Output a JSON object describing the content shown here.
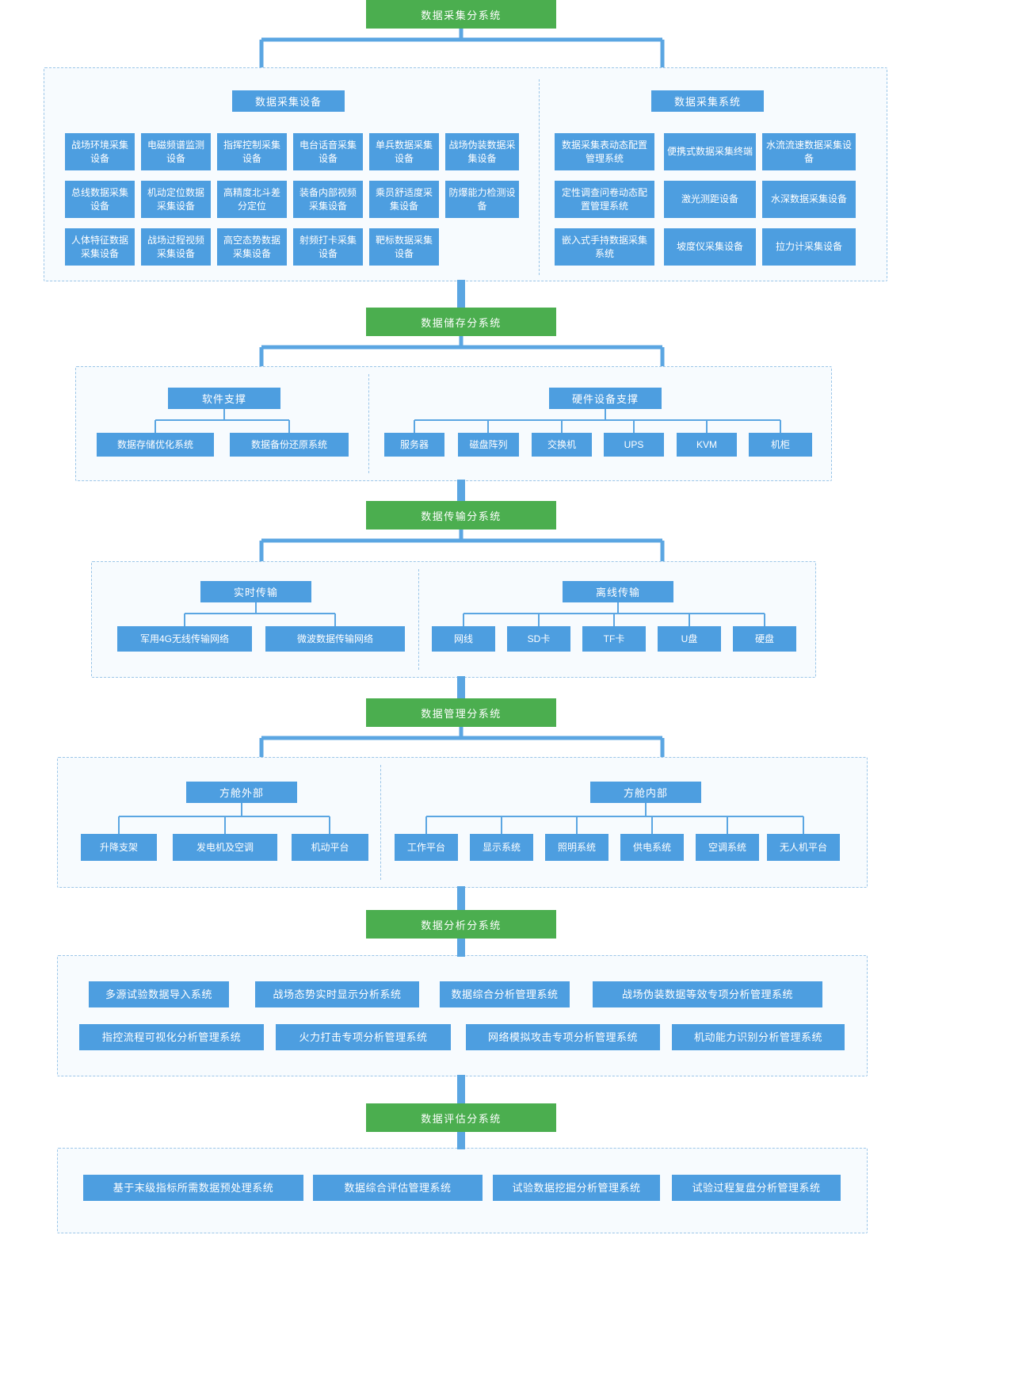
{
  "colors": {
    "green": "#4BAE4F",
    "blue": "#4D9EE0",
    "line": "#5BA6E2",
    "panel": "#F7FBFE",
    "border": "#9CC6E8"
  },
  "sections": {
    "collect": {
      "title": "数据采集分系统",
      "left": {
        "header": "数据采集设备",
        "items": [
          "战场环境采集设备",
          "电磁频谱监测设备",
          "指挥控制采集设备",
          "电台话音采集设备",
          "单兵数据采集设备",
          "战场伪装数据采集设备",
          "总线数据采集设备",
          "机动定位数据采集设备",
          "高精度北斗差分定位",
          "装备内部视频采集设备",
          "乘员舒适度采集设备",
          "防爆能力检测设备",
          "人体特征数据采集设备",
          "战场过程视频采集设备",
          "高空态势数据采集设备",
          "射频打卡采集设备",
          "靶标数据采集设备"
        ]
      },
      "right": {
        "header": "数据采集系统",
        "items": [
          "数据采集表动态配置管理系统",
          "便携式数据采集终端",
          "水流流速数据采集设备",
          "定性调查问卷动态配置管理系统",
          "激光测距设备",
          "水深数据采集设备",
          "嵌入式手持数据采集系统",
          "坡度仪采集设备",
          "拉力计采集设备"
        ]
      }
    },
    "storage": {
      "title": "数据储存分系统",
      "left": {
        "header": "软件支撑",
        "items": [
          "数据存储优化系统",
          "数据备份还原系统"
        ]
      },
      "right": {
        "header": "硬件设备支撑",
        "items": [
          "服务器",
          "磁盘阵列",
          "交换机",
          "UPS",
          "KVM",
          "机柜"
        ]
      }
    },
    "transfer": {
      "title": "数据传输分系统",
      "left": {
        "header": "实时传输",
        "items": [
          "军用4G无线传输网络",
          "微波数据传输网络"
        ]
      },
      "right": {
        "header": "离线传输",
        "items": [
          "网线",
          "SD卡",
          "TF卡",
          "U盘",
          "硬盘"
        ]
      }
    },
    "manage": {
      "title": "数据管理分系统",
      "left": {
        "header": "方舱外部",
        "items": [
          "升降支架",
          "发电机及空调",
          "机动平台"
        ]
      },
      "right": {
        "header": "方舱内部",
        "items": [
          "工作平台",
          "显示系统",
          "照明系统",
          "供电系统",
          "空调系统",
          "无人机平台"
        ]
      }
    },
    "analysis": {
      "title": "数据分析分系统",
      "items": [
        "多源试验数据导入系统",
        "战场态势实时显示分析系统",
        "数据综合分析管理系统",
        "战场伪装数据等效专项分析管理系统",
        "指控流程可视化分析管理系统",
        "火力打击专项分析管理系统",
        "网络模拟攻击专项分析管理系统",
        "机动能力识别分析管理系统"
      ]
    },
    "evaluate": {
      "title": "数据评估分系统",
      "items": [
        "基于末级指标所需数据预处理系统",
        "数据综合评估管理系统",
        "试验数据挖掘分析管理系统",
        "试验过程复盘分析管理系统"
      ]
    }
  }
}
